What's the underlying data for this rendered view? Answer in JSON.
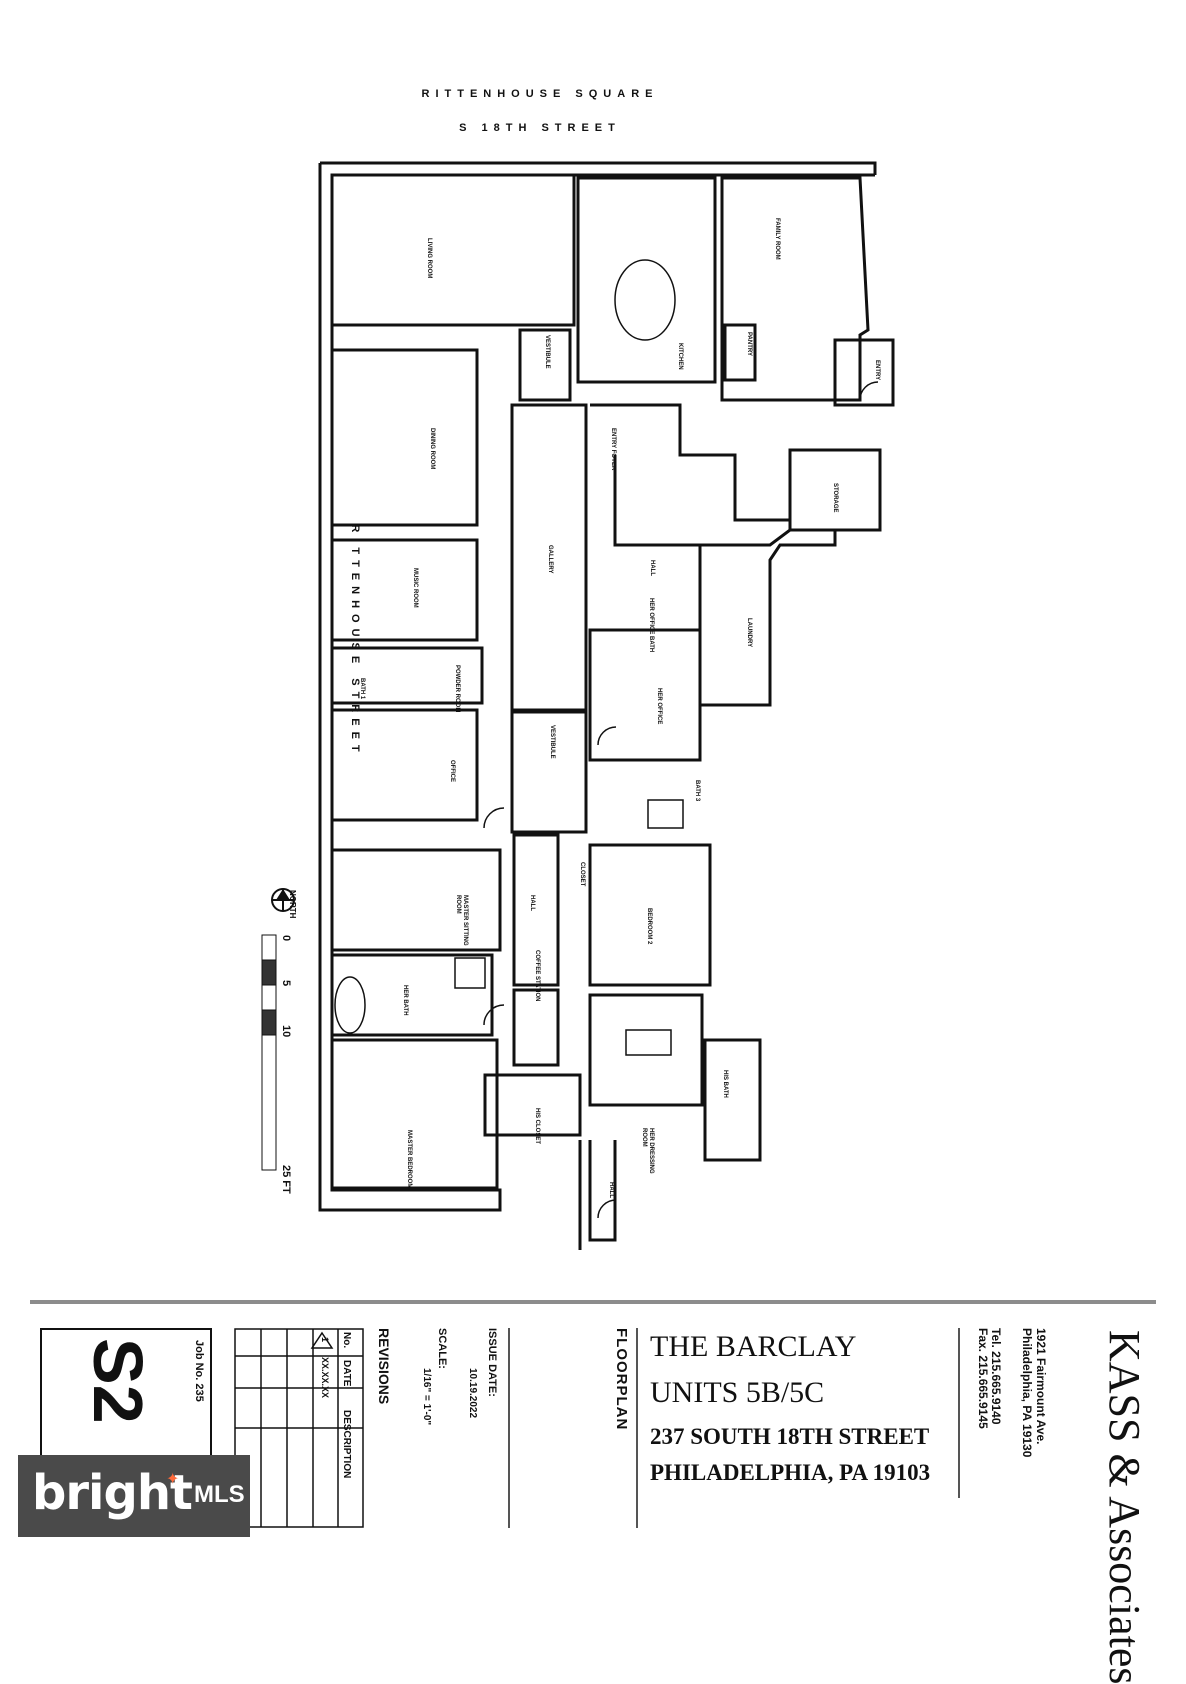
{
  "header": {
    "street_top_1": "RITTENHOUSE SQUARE",
    "street_top_2": "S 18TH STREET",
    "street_side": "RITTENHOUSE STREET"
  },
  "rooms": [
    {
      "id": "living",
      "label": "LIVING ROOM"
    },
    {
      "id": "kitchen",
      "label": "KITCHEN"
    },
    {
      "id": "family",
      "label": "FAMILY ROOM"
    },
    {
      "id": "vestibule1",
      "label": "VESTIBULE"
    },
    {
      "id": "pantry",
      "label": "PANTRY"
    },
    {
      "id": "entry",
      "label": "ENTRY"
    },
    {
      "id": "dining",
      "label": "DINING ROOM"
    },
    {
      "id": "entry_foyer",
      "label": "ENTRY FOYER"
    },
    {
      "id": "storage",
      "label": "STORAGE"
    },
    {
      "id": "gallery",
      "label": "GALLERY"
    },
    {
      "id": "music",
      "label": "MUSIC ROOM"
    },
    {
      "id": "hall1",
      "label": "HALL"
    },
    {
      "id": "laundry",
      "label": "LAUNDRY"
    },
    {
      "id": "bath1",
      "label": "BATH 1"
    },
    {
      "id": "powder",
      "label": "POWDER ROOM"
    },
    {
      "id": "her_office",
      "label": "HER OFFICE"
    },
    {
      "id": "his_office_bath",
      "label": "HER OFFICE BATH"
    },
    {
      "id": "office",
      "label": "OFFICE"
    },
    {
      "id": "vestibule2",
      "label": "VESTIBULE"
    },
    {
      "id": "bath3",
      "label": "BATH 3"
    },
    {
      "id": "master_sitting",
      "label": "MASTER SITTING ROOM"
    },
    {
      "id": "hall2",
      "label": "HALL"
    },
    {
      "id": "coffee",
      "label": "COFFEE STATION"
    },
    {
      "id": "bedroom2",
      "label": "BEDROOM 2"
    },
    {
      "id": "her_bath",
      "label": "HER BATH"
    },
    {
      "id": "his_bath",
      "label": "HIS BATH"
    },
    {
      "id": "master_bedroom",
      "label": "MASTER BEDROOM"
    },
    {
      "id": "his_closet",
      "label": "HIS CLOSET"
    },
    {
      "id": "her_dressing",
      "label": "HER DRESSING ROOM"
    },
    {
      "id": "hall3",
      "label": "HALL"
    },
    {
      "id": "closet",
      "label": "CLOSET"
    }
  ],
  "scale_bar": {
    "ticks": [
      "0",
      "5",
      "10",
      "25 FT"
    ],
    "north_label": "NORTH"
  },
  "title_block": {
    "sheet": "S2",
    "job_no": "Job No. 235",
    "revisions_title": "REVISIONS",
    "revisions_headers": [
      "No.",
      "DATE",
      "DESCRIPTION"
    ],
    "revision_row": [
      "1",
      "XX.XX.XX",
      ""
    ],
    "scale_label": "SCALE:",
    "scale_value": "1/16\" = 1'-0\"",
    "issue_label": "ISSUE DATE:",
    "issue_value": "10.19.2022",
    "drawing_type": "FLOORPLAN",
    "project_line1": "THE BARCLAY",
    "project_line2": "UNITS 5B/5C",
    "project_line3": "237 SOUTH 18TH STREET",
    "project_line4": "PHILADELPHIA, PA 19103",
    "firm_address1": "1921 Fairmount Ave.",
    "firm_address2": "Philadelphia, PA 19130",
    "firm_tel": "Tel. 215.665.9140",
    "firm_fax": "Fax. 215.665.9145",
    "firm_name": "KASS & Associates"
  },
  "watermark": {
    "brand": "bright",
    "suffix": "MLS"
  },
  "colors": {
    "wall": "#111111",
    "rule": "#8c8c8c",
    "watermark_bg": "#4a4a4a",
    "watermark_accent": "#ff6a3a"
  }
}
